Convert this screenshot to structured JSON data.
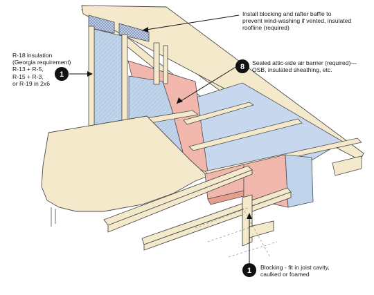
{
  "callouts": {
    "top_right": "Install blocking and rafter baffle to\nprevent wind-washing if vented, insulated\nroofline (required)",
    "left": "R-18 insulation\n(Georgia requirement)\nR-13 + R-5,\nR-15 + R-3,\nor R-19 in 2x6",
    "middle_right": "Sealed attic-side air barrier (required)—\nOSB, insulated sheathing, etc.",
    "bottom_right": "Blocking - fit in joist cavity,\ncaulked or foamed"
  },
  "badges": {
    "left": "1",
    "middle": "8",
    "bottom": "1"
  },
  "colors": {
    "insulation_blue": "#bfd3ea",
    "air_barrier_pink": "#f2b7ac",
    "lumber_tan": "#f5e9cc",
    "outline": "#4a4a4a"
  }
}
